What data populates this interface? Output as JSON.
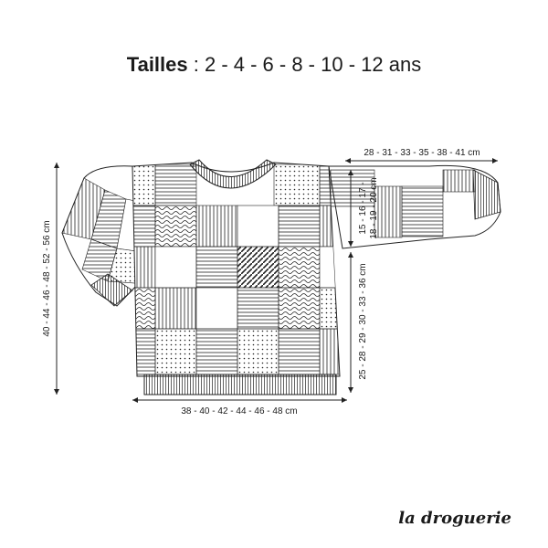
{
  "title": {
    "bold": "Tailles",
    "rest": " : 2 - 4 - 6 - 8 - 10 - 12 ans"
  },
  "measurements": {
    "sleeve_length": "28 - 31 - 33 - 35 - 38 - 41 cm",
    "armhole_line1": "15 - 16 - 17 -",
    "armhole_line2": "18 - 19 - 20 cm",
    "total_length": "40 - 44 - 46 - 48 - 52 - 56 cm",
    "side_length": "25 - 28 - 29 - 30 - 33 - 36 cm",
    "width": "38 - 40 - 42 - 44 - 46 - 48 cm"
  },
  "brand": "la droguerie"
}
